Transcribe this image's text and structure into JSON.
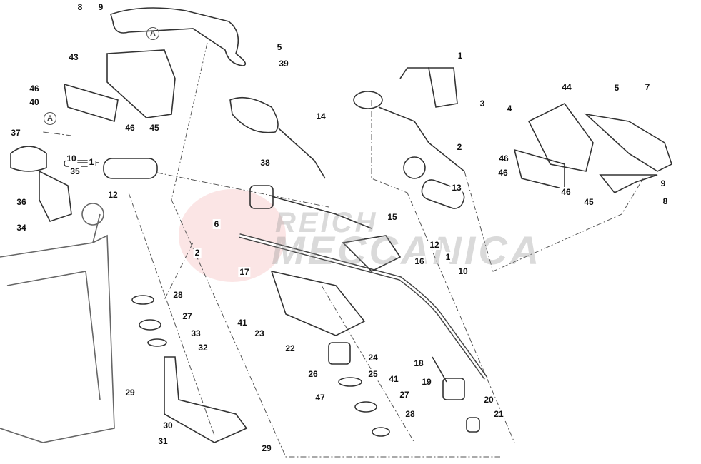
{
  "diagram": {
    "watermark": {
      "line1": "REICH",
      "line2": "MECCANICA"
    },
    "callouts": [
      "A",
      "A"
    ],
    "labels": [
      "8",
      "9",
      "43",
      "46",
      "40",
      "46",
      "45",
      "37",
      "10",
      "1",
      "35",
      "36",
      "34",
      "12",
      "38",
      "14",
      "5",
      "39",
      "6",
      "2",
      "17",
      "1",
      "44",
      "5",
      "7",
      "3",
      "4",
      "2",
      "46",
      "46",
      "46",
      "45",
      "9",
      "8",
      "13",
      "15",
      "12",
      "1",
      "10",
      "16",
      "28",
      "27",
      "33",
      "32",
      "41",
      "23",
      "22",
      "24",
      "25",
      "26",
      "47",
      "41",
      "18",
      "19",
      "20",
      "27",
      "28",
      "21",
      "29",
      "30",
      "31",
      "29"
    ]
  }
}
